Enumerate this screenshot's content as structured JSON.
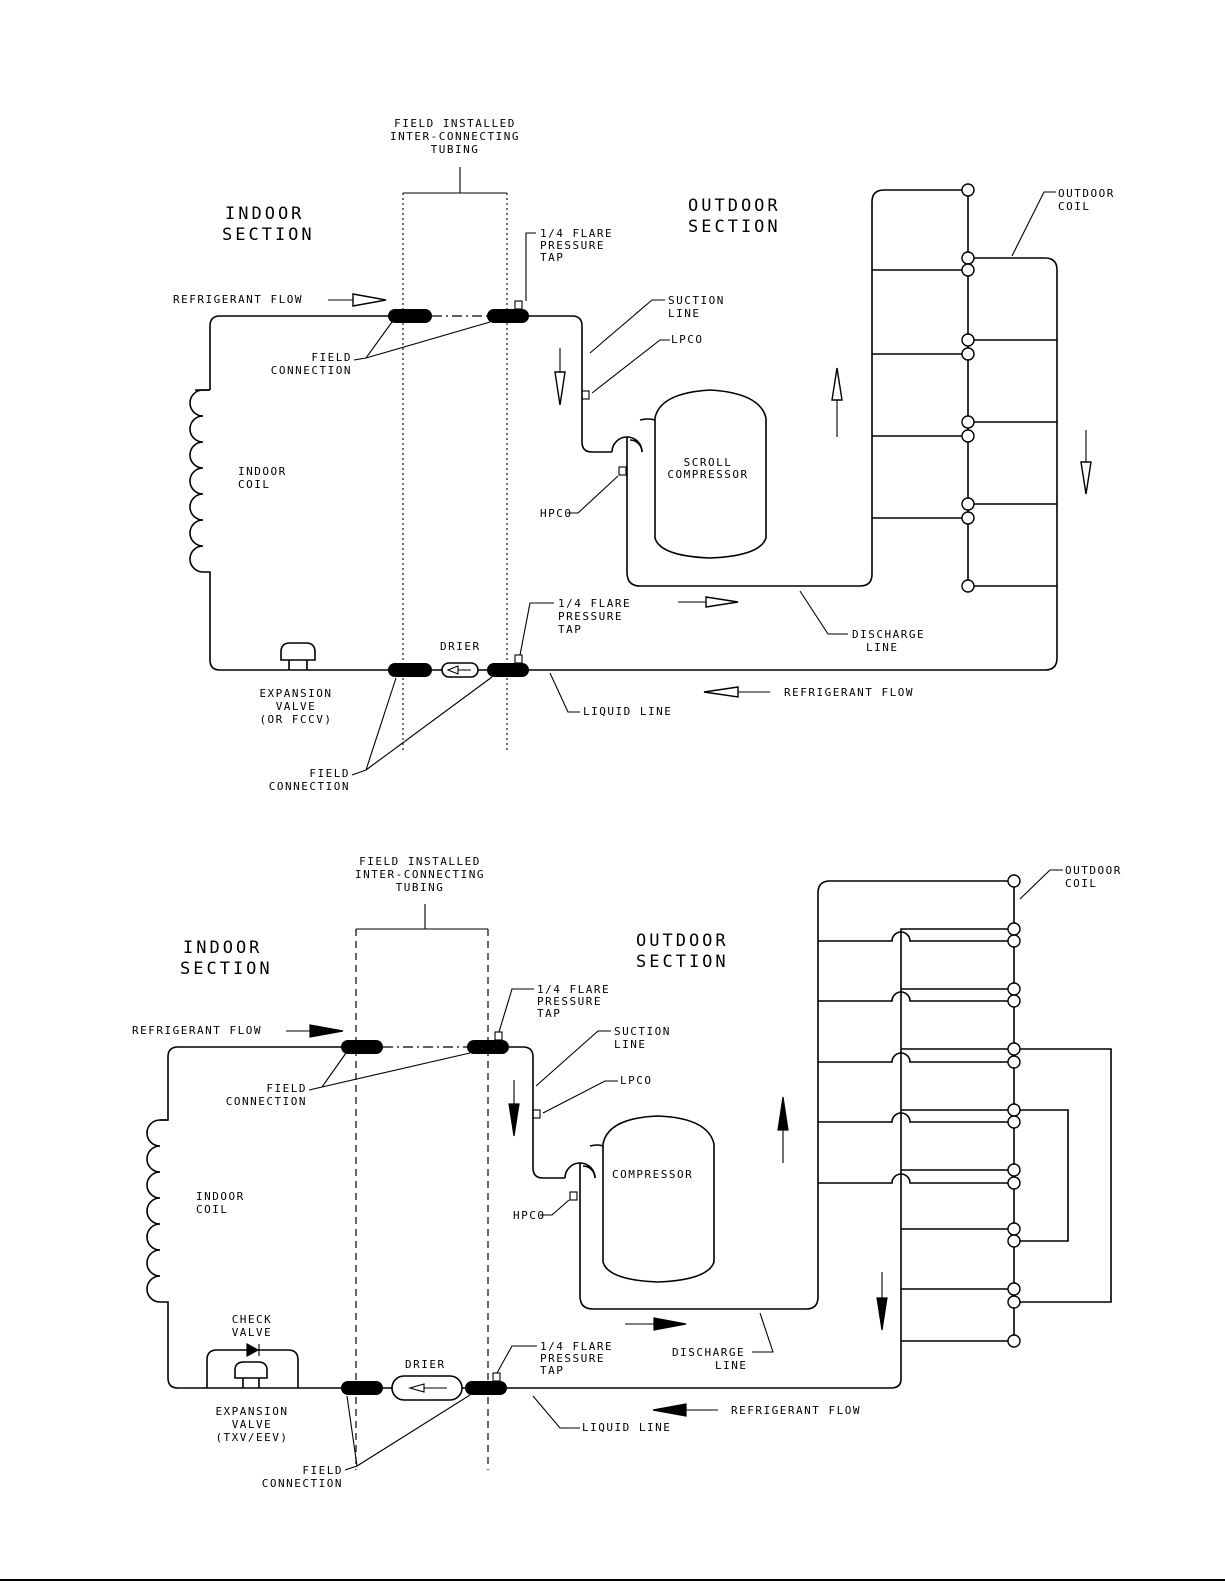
{
  "diagrams": [
    {
      "field_installed": [
        "FIELD INSTALLED",
        "INTER-CONNECTING",
        "TUBING"
      ],
      "indoor_section": [
        "INDOOR",
        "SECTION"
      ],
      "outdoor_section": [
        "OUTDOOR",
        "SECTION"
      ],
      "refrigerant_flow_top": "REFRIGERANT FLOW",
      "refrigerant_flow_bottom": "REFRIGERANT FLOW",
      "flare_tap_top": [
        "1/4 FLARE",
        "PRESSURE",
        "TAP"
      ],
      "flare_tap_bottom": [
        "1/4 FLARE",
        "PRESSURE",
        "TAP"
      ],
      "suction_line": [
        "SUCTION",
        "LINE"
      ],
      "lpco": "LPCO",
      "hpco": "HPCO",
      "field_connection_top": [
        "FIELD",
        "CONNECTION"
      ],
      "field_connection_bottom": [
        "FIELD",
        "CONNECTION"
      ],
      "indoor_coil": [
        "INDOOR",
        "COIL"
      ],
      "compressor": [
        "SCROLL",
        "COMPRESSOR"
      ],
      "outdoor_coil": [
        "OUTDOOR",
        "COIL"
      ],
      "discharge_line": [
        "DISCHARGE",
        "LINE"
      ],
      "drier": "DRIER",
      "liquid_line": "LIQUID LINE",
      "expansion_valve": [
        "EXPANSION",
        "VALVE",
        "(OR FCCV)"
      ]
    },
    {
      "field_installed": [
        "FIELD INSTALLED",
        "INTER-CONNECTING",
        "TUBING"
      ],
      "indoor_section": [
        "INDOOR",
        "SECTION"
      ],
      "outdoor_section": [
        "OUTDOOR",
        "SECTION"
      ],
      "refrigerant_flow_top": "REFRIGERANT FLOW",
      "refrigerant_flow_bottom": "REFRIGERANT FLOW",
      "flare_tap_top": [
        "1/4 FLARE",
        "PRESSURE",
        "TAP"
      ],
      "flare_tap_bottom": [
        "1/4 FLARE",
        "PRESSURE",
        "TAP"
      ],
      "suction_line": [
        "SUCTION",
        "LINE"
      ],
      "lpco": "LPCO",
      "hpco": "HPCO",
      "field_connection_top": [
        "FIELD",
        "CONNECTION"
      ],
      "field_connection_bottom": [
        "FIELD",
        "CONNECTION"
      ],
      "indoor_coil": [
        "INDOOR",
        "COIL"
      ],
      "compressor": "COMPRESSOR",
      "outdoor_coil": [
        "OUTDOOR",
        "COIL"
      ],
      "discharge_line": [
        "DISCHARGE",
        "LINE"
      ],
      "drier": "DRIER",
      "liquid_line": "LIQUID LINE",
      "check_valve": [
        "CHECK",
        "VALVE"
      ],
      "expansion_valve": [
        "EXPANSION",
        "VALVE",
        "(TXV/EEV)"
      ]
    }
  ]
}
